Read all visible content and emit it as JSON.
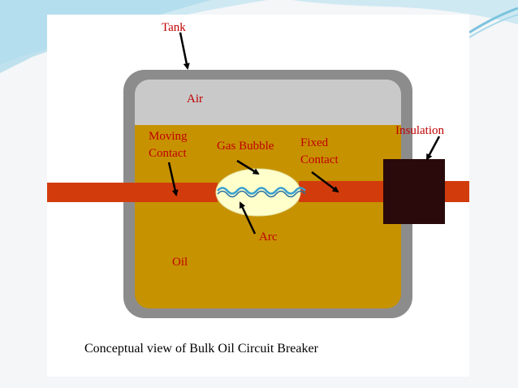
{
  "diagram": {
    "labels": {
      "tank": "Tank",
      "air": "Air",
      "moving_contact_line1": "Moving",
      "moving_contact_line2": "Contact",
      "gas_bubble": "Gas Bubble",
      "fixed_contact_line1": "Fixed",
      "fixed_contact_line2": "Contact",
      "insulation": "Insulation",
      "arc": "Arc",
      "oil": "Oil"
    },
    "caption": "Conceptual view of Bulk Oil Circuit Breaker"
  },
  "colors": {
    "tank_wall": "#8c8c8c",
    "air": "#c9c9c9",
    "oil": "#c79200",
    "contact_rod": "#d23c0c",
    "insulation": "#2a0a0a",
    "gas_bubble": "#ffffcc",
    "arc": "#3aa0d0",
    "label_text": "#c00000"
  }
}
